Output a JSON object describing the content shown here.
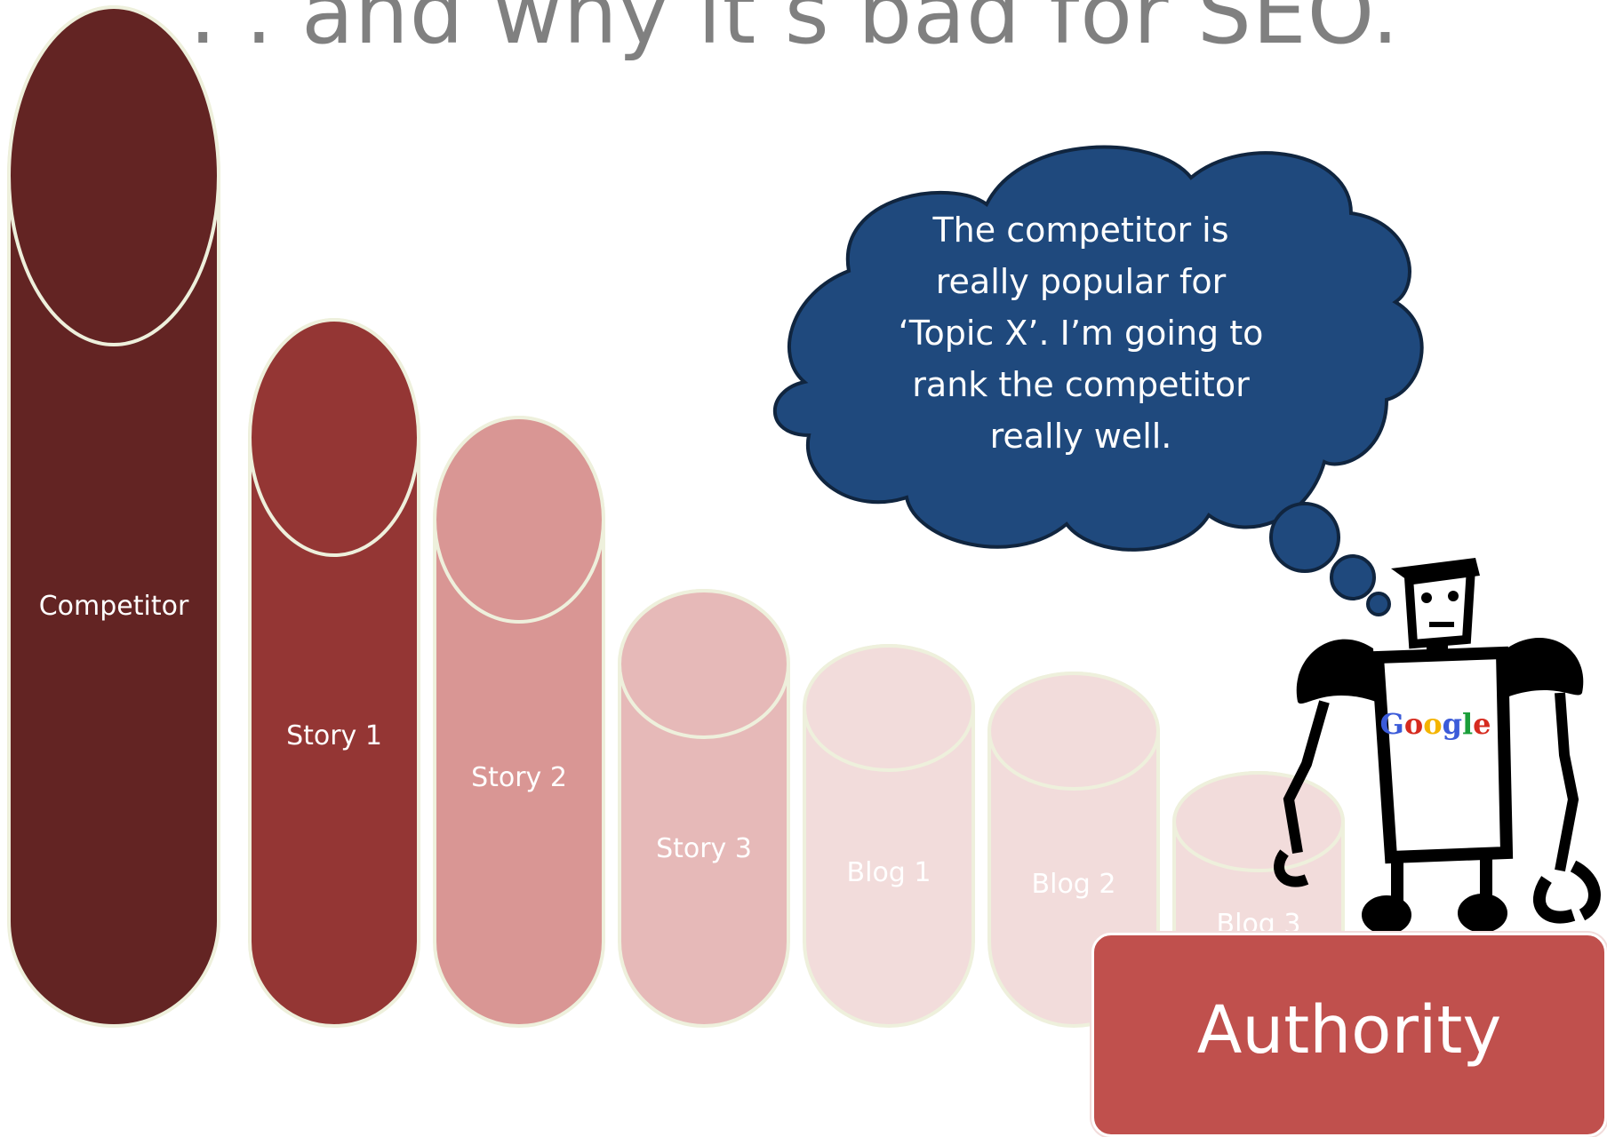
{
  "slide": {
    "title": ". . . and why it’s bad for SEO."
  },
  "cylinders": [
    {
      "label": "Competitor",
      "fill": "#632423",
      "label_color": "#ffffff"
    },
    {
      "label": "Story 1",
      "fill": "#943634",
      "label_color": "#ffffff"
    },
    {
      "label": "Story 2",
      "fill": "#d99694",
      "label_color": "#ffffff"
    },
    {
      "label": "Story 3",
      "fill": "#e6b9b8",
      "label_color": "#ffffff"
    },
    {
      "label": "Blog 1",
      "fill": "#f2dcdb",
      "label_color": "#ffffff"
    },
    {
      "label": "Blog 2",
      "fill": "#f2dcdb",
      "label_color": "#ffffff"
    },
    {
      "label": "Blog 3",
      "fill": "#f2dcdb",
      "label_color": "#ffffff"
    }
  ],
  "thought_cloud": {
    "lines": [
      "The competitor is",
      "really popular for",
      "‘Topic X’. I’m going to",
      "rank the competitor",
      "really well."
    ],
    "fill": "#1f497d"
  },
  "robot": {
    "chest_logo": "Google"
  },
  "authority": {
    "label": "Authority",
    "fill": "#c0504d"
  }
}
